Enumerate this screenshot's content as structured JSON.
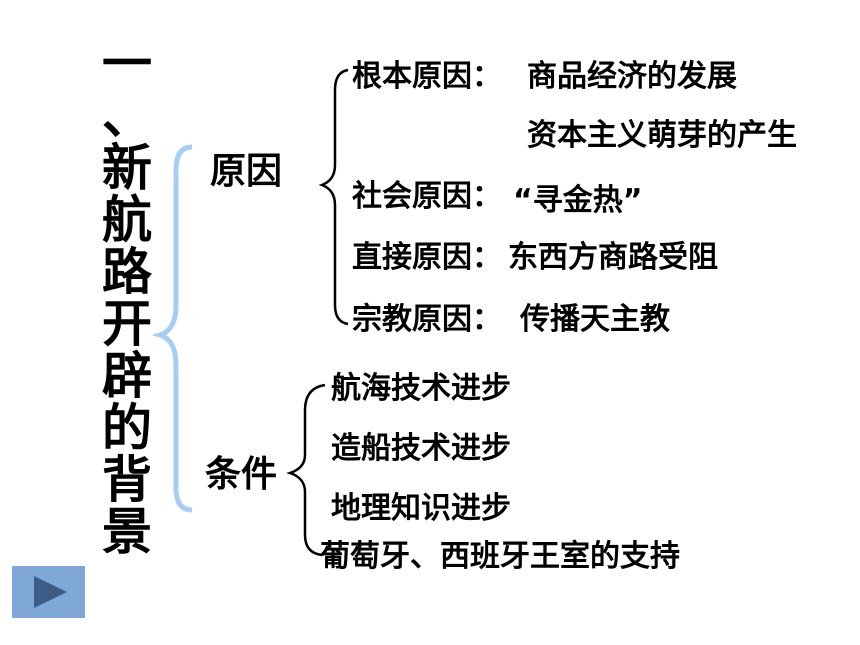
{
  "title": [
    "一",
    "、",
    "新",
    "航",
    "路",
    "开",
    "辟",
    "的",
    "背",
    "景"
  ],
  "reasons": {
    "label": "原因",
    "items": [
      {
        "key": "根本原因：",
        "value": "商品经济的发展"
      },
      {
        "key": "",
        "value": "资本主义萌芽的产生"
      },
      {
        "key": "社会原因：",
        "value": "“寻金热”"
      },
      {
        "key": "直接原因：",
        "value": "东西方商路受阻"
      },
      {
        "key": "宗教原因：",
        "value": "传播天主教"
      }
    ]
  },
  "conditions": {
    "label": "条件",
    "items": [
      "航海技术进步",
      "造船技术进步",
      "地理知识进步",
      "葡萄牙、西班牙王室的支持"
    ]
  },
  "colors": {
    "brace_main": "#a8cdf0",
    "brace_sub": "#000000",
    "play_bg": "#7fa8d8",
    "play_icon": "#3d5b85"
  },
  "icons": {
    "play": "play-icon"
  }
}
